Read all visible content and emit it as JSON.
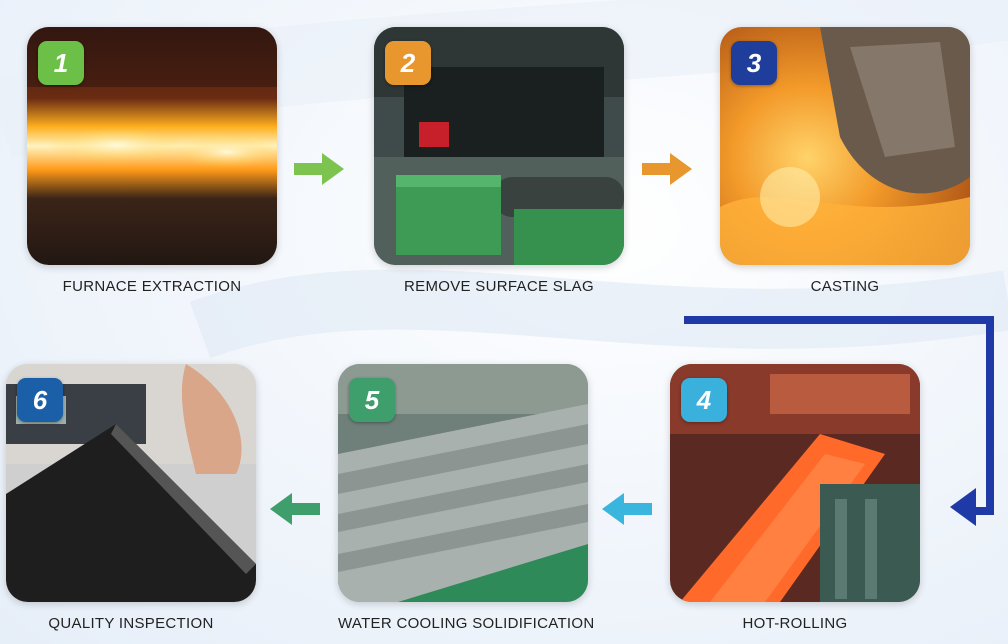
{
  "steps": [
    {
      "number": "1",
      "label": "FURNACE EXTRACTION",
      "badge_color": "#6cbf47"
    },
    {
      "number": "2",
      "label": "REMOVE SURFACE SLAG",
      "badge_color": "#e8972e"
    },
    {
      "number": "3",
      "label": "CASTING",
      "badge_color": "#1f3d9a"
    },
    {
      "number": "4",
      "label": "HOT-ROLLING",
      "badge_color": "#3ab1dc"
    },
    {
      "number": "5",
      "label": "WATER COOLING SOLIDIFICATION",
      "badge_color": "#3e9e6c"
    },
    {
      "number": "6",
      "label": "QUALITY INSPECTION",
      "badge_color": "#1b5fa8"
    }
  ],
  "arrows": {
    "a1_2": {
      "icon": "arrow-right-icon",
      "color": "#7cc44f"
    },
    "a2_3": {
      "icon": "arrow-right-icon",
      "color": "#e8972e"
    },
    "a3_4": {
      "icon": "elbow-arrow-icon",
      "color": "#1f3aa6"
    },
    "a4_5": {
      "icon": "arrow-left-icon",
      "color": "#3ab5de"
    },
    "a5_6": {
      "icon": "arrow-left-icon",
      "color": "#3e9e6c"
    }
  }
}
